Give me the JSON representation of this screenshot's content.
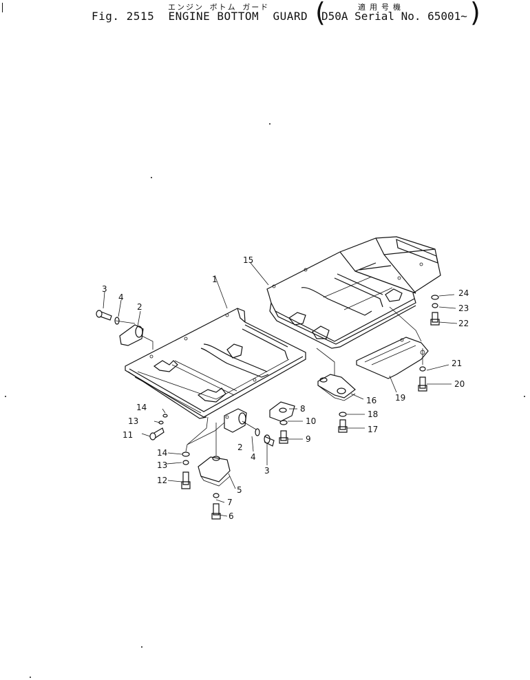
{
  "header": {
    "figure_label": "Fig. 2515  ENGINE BOTTOM  GUARD",
    "title_katakana": "エンジン ボトム ガード",
    "serial_jp": "適用号機",
    "paren_open": "(",
    "paren_close": ")",
    "serial": "D50A Serial No. 65001~"
  },
  "callouts": [
    {
      "id": "c1",
      "label": "1"
    },
    {
      "id": "c2a",
      "label": "2"
    },
    {
      "id": "c2b",
      "label": "2"
    },
    {
      "id": "c3a",
      "label": "3"
    },
    {
      "id": "c3b",
      "label": "3"
    },
    {
      "id": "c4a",
      "label": "4"
    },
    {
      "id": "c4b",
      "label": "4"
    },
    {
      "id": "c5",
      "label": "5"
    },
    {
      "id": "c6",
      "label": "6"
    },
    {
      "id": "c7",
      "label": "7"
    },
    {
      "id": "c8",
      "label": "8"
    },
    {
      "id": "c9",
      "label": "9"
    },
    {
      "id": "c10",
      "label": "10"
    },
    {
      "id": "c11",
      "label": "11"
    },
    {
      "id": "c12",
      "label": "12"
    },
    {
      "id": "c13a",
      "label": "13"
    },
    {
      "id": "c13b",
      "label": "13"
    },
    {
      "id": "c14a",
      "label": "14"
    },
    {
      "id": "c14b",
      "label": "14"
    },
    {
      "id": "c15",
      "label": "15"
    },
    {
      "id": "c16",
      "label": "16"
    },
    {
      "id": "c17",
      "label": "17"
    },
    {
      "id": "c18",
      "label": "18"
    },
    {
      "id": "c19",
      "label": "19"
    },
    {
      "id": "c20",
      "label": "20"
    },
    {
      "id": "c21",
      "label": "21"
    },
    {
      "id": "c22",
      "label": "22"
    },
    {
      "id": "c23",
      "label": "23"
    },
    {
      "id": "c24",
      "label": "24"
    }
  ]
}
